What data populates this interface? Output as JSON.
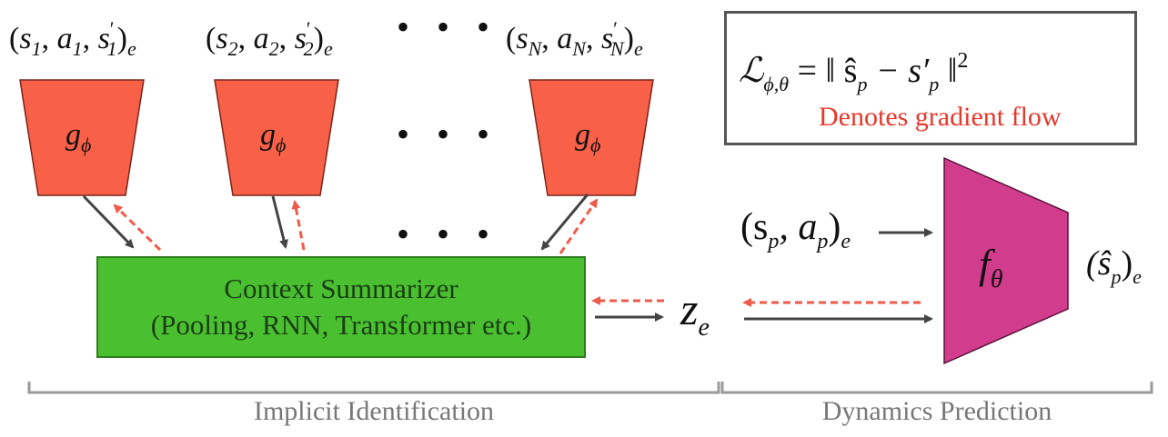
{
  "inputs": [
    {
      "s": "s",
      "s_sub": "1",
      "a": "a",
      "a_sub": "1",
      "sp_sub": "1",
      "e": "e"
    },
    {
      "s": "s",
      "s_sub": "2",
      "a": "a",
      "a_sub": "2",
      "sp_sub": "2",
      "e": "e"
    },
    {
      "s": "s",
      "s_sub": "N",
      "a": "a",
      "a_sub": "N",
      "sp_sub": "N",
      "e": "e"
    }
  ],
  "ellipsis": "• • •",
  "encoder_label": "g",
  "encoder_sub": "ϕ",
  "legend": {
    "loss_symbol": "ℒ",
    "loss_sub": "ϕ,θ",
    "loss_rhs": "= ‖ ŝ",
    "loss_p": "p",
    "loss_minus": " − s′",
    "loss_p2": "p",
    "loss_close": " ‖",
    "loss_sq": "2",
    "gradient_text": "Denotes gradient flow"
  },
  "summarizer": {
    "line1": "Context Summarizer",
    "line2": "(Pooling, RNN, Transformer etc.)"
  },
  "z_label": "z",
  "z_sub": "e",
  "state_action": {
    "open": "(s",
    "p1": "p",
    "mid": ", a",
    "p2": "p",
    "close": ")",
    "e": "e"
  },
  "dynamics_label": "f",
  "dynamics_sub": "θ",
  "prediction": {
    "open": "(ŝ",
    "p": "p",
    "close": ")",
    "e": "e"
  },
  "sections": {
    "left": "Implicit Identification",
    "right": "Dynamics Prediction"
  },
  "colors": {
    "encoder": "#f86048",
    "summarizer": "#4ac031",
    "dynamics": "#d23c8c",
    "gradient_arrow": "#ef5a4a",
    "forward_arrow": "#444444",
    "bracket": "#9a9a9a"
  }
}
